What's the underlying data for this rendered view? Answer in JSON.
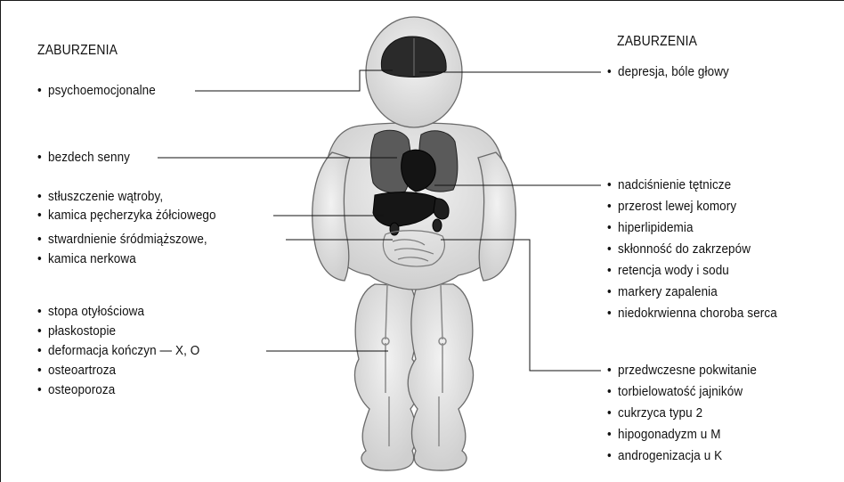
{
  "left": {
    "header": "ZABURZENIA",
    "groups": [
      {
        "items": [
          "psychoemocjonalne"
        ]
      },
      {
        "items": [
          "bezdech senny"
        ]
      },
      {
        "items": [
          "stłuszczenie wątroby,",
          "kamica pęcherzyka żółciowego"
        ]
      },
      {
        "items": [
          "stwardnienie śródmiąższowe,",
          "kamica nerkowa"
        ]
      },
      {
        "items": [
          "stopa otyłościowa",
          "płaskostopie",
          "deformacja kończyn — X, O",
          "osteoartroza",
          "osteoporoza"
        ]
      }
    ]
  },
  "right": {
    "header": "ZABURZENIA",
    "groups": [
      {
        "items": [
          "depresja, bóle głowy"
        ]
      },
      {
        "items": [
          "nadciśnienie tętnicze",
          "przerost lewej komory",
          "hiperlipidemia",
          "skłonność do zakrzepów",
          "retencja wody i sodu",
          "markery zapalenia",
          "niedokrwienna choroba serca"
        ]
      },
      {
        "items": [
          "przedwczesne pokwitanie",
          "torbielowatość jajników",
          "cukrzyca typu 2",
          "hipogonadyzm u M",
          "androgenizacja u K"
        ]
      }
    ]
  },
  "colors": {
    "ink": "#111111",
    "body_fill": "#e6e6e6",
    "organ_fill": "#1c1c1c",
    "lung_fill": "#5a5a5a"
  }
}
